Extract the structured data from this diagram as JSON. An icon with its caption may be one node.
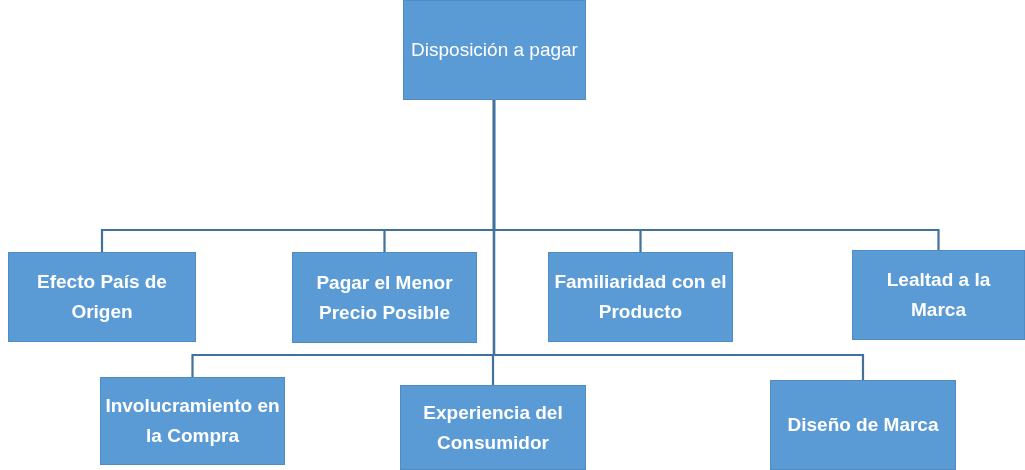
{
  "diagram": {
    "nodes": [
      {
        "text": [
          "Disposición a pagar"
        ]
      },
      {
        "text": [
          "Efecto País de Origen"
        ]
      },
      {
        "text": [
          "Pagar el Menor Precio Posible"
        ]
      },
      {
        "text": [
          "Familiaridad con el Producto"
        ]
      },
      {
        "text": [
          "Lealtad a la Marca"
        ]
      },
      {
        "text": [
          "Involucramiento en la Compra"
        ]
      },
      {
        "text": [
          "Experiencia del Consumidor"
        ]
      },
      {
        "text": [
          "Diseño de Marca"
        ]
      }
    ],
    "edges": [
      {
        "from": 0,
        "to": 1,
        "arrow": "none"
      },
      {
        "from": 0,
        "to": 2,
        "arrow": "none"
      },
      {
        "from": 0,
        "to": 3,
        "arrow": "none"
      },
      {
        "from": 0,
        "to": 4,
        "arrow": "none"
      },
      {
        "from": 0,
        "to": 5,
        "arrow": "none"
      },
      {
        "from": 0,
        "to": 6,
        "arrow": "none"
      },
      {
        "from": 0,
        "to": 7,
        "arrow": "none"
      }
    ]
  }
}
